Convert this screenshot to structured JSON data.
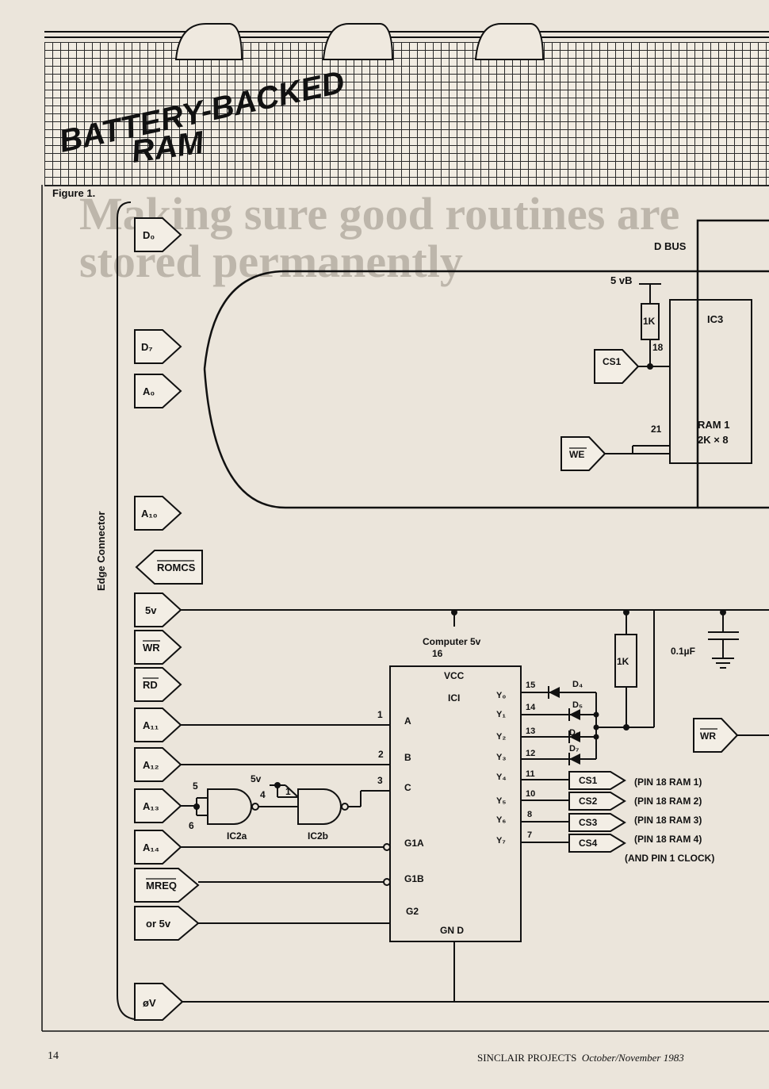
{
  "header": {
    "title_line1": "BATTERY-BACKED",
    "title_line2": "RAM"
  },
  "ghost_text": "Making sure good routines are stored permanently",
  "figure": {
    "label": "Figure 1.",
    "edge_connector_label": "Edge Connector",
    "connector_pins": [
      {
        "id": "d0",
        "text": "D₀"
      },
      {
        "id": "d7",
        "text": "D₇"
      },
      {
        "id": "a0",
        "text": "A₀"
      },
      {
        "id": "a10",
        "text": "A₁₀"
      },
      {
        "id": "romcs",
        "text": "ROMCS"
      },
      {
        "id": "5v",
        "text": "5v"
      },
      {
        "id": "wr",
        "text": "WR"
      },
      {
        "id": "rd",
        "text": "RD"
      },
      {
        "id": "a11",
        "text": "A₁₁"
      },
      {
        "id": "a12",
        "text": "A₁₂"
      },
      {
        "id": "a13",
        "text": "A₁₃"
      },
      {
        "id": "a14",
        "text": "A₁₄"
      },
      {
        "id": "mreq",
        "text": "MREQ"
      },
      {
        "id": "or5v",
        "text": "or 5v"
      },
      {
        "id": "0v",
        "text": "øV"
      }
    ],
    "dbus": "D BUS",
    "vb": "5 vB",
    "r1": "1K",
    "r2": "1K",
    "ic3": "IC3",
    "ram1_line1": "RAM 1",
    "ram1_line2": "2K × 8",
    "pin18": "18",
    "pin21": "21",
    "cs1_in": "CS1",
    "we": "WE",
    "cap": "0.1µF",
    "wr_right": "WR",
    "computer5v": "Computer 5v",
    "pin16": "16",
    "vcc": "VCC",
    "ic1": "ICI",
    "gnd": "GN D",
    "dec_inputs": [
      "A",
      "B",
      "C",
      "G1A",
      "G1B",
      "G2"
    ],
    "dec_input_pins": [
      "1",
      "2",
      "3"
    ],
    "dec_outputs": [
      "Y₀",
      "Y₁",
      "Y₂",
      "Y₃",
      "Y₄",
      "Y₅",
      "Y₆",
      "Y₇"
    ],
    "out_pins": [
      "15",
      "14",
      "13",
      "12",
      "11",
      "10",
      "8",
      "7"
    ],
    "diodes": [
      "D₄",
      "D₅",
      "D₆",
      "D₇"
    ],
    "cs_outputs": [
      "CS1",
      "CS2",
      "CS3",
      "CS4"
    ],
    "cs_notes": [
      "(PIN 18 RAM 1)",
      "(PIN 18 RAM 2)",
      "(PIN 18 RAM 3)",
      "(PIN 18 RAM 4)"
    ],
    "cs_note_extra": "(AND PIN 1 CLOCK)",
    "gate_pins": [
      "5",
      "6",
      "4",
      "1"
    ],
    "gate_5v": "5v",
    "ic2a": "IC2a",
    "ic2b": "IC2b"
  },
  "footer": {
    "page": "14",
    "magazine": "SINCLAIR PROJECTS",
    "issue": "October/November 1983"
  }
}
